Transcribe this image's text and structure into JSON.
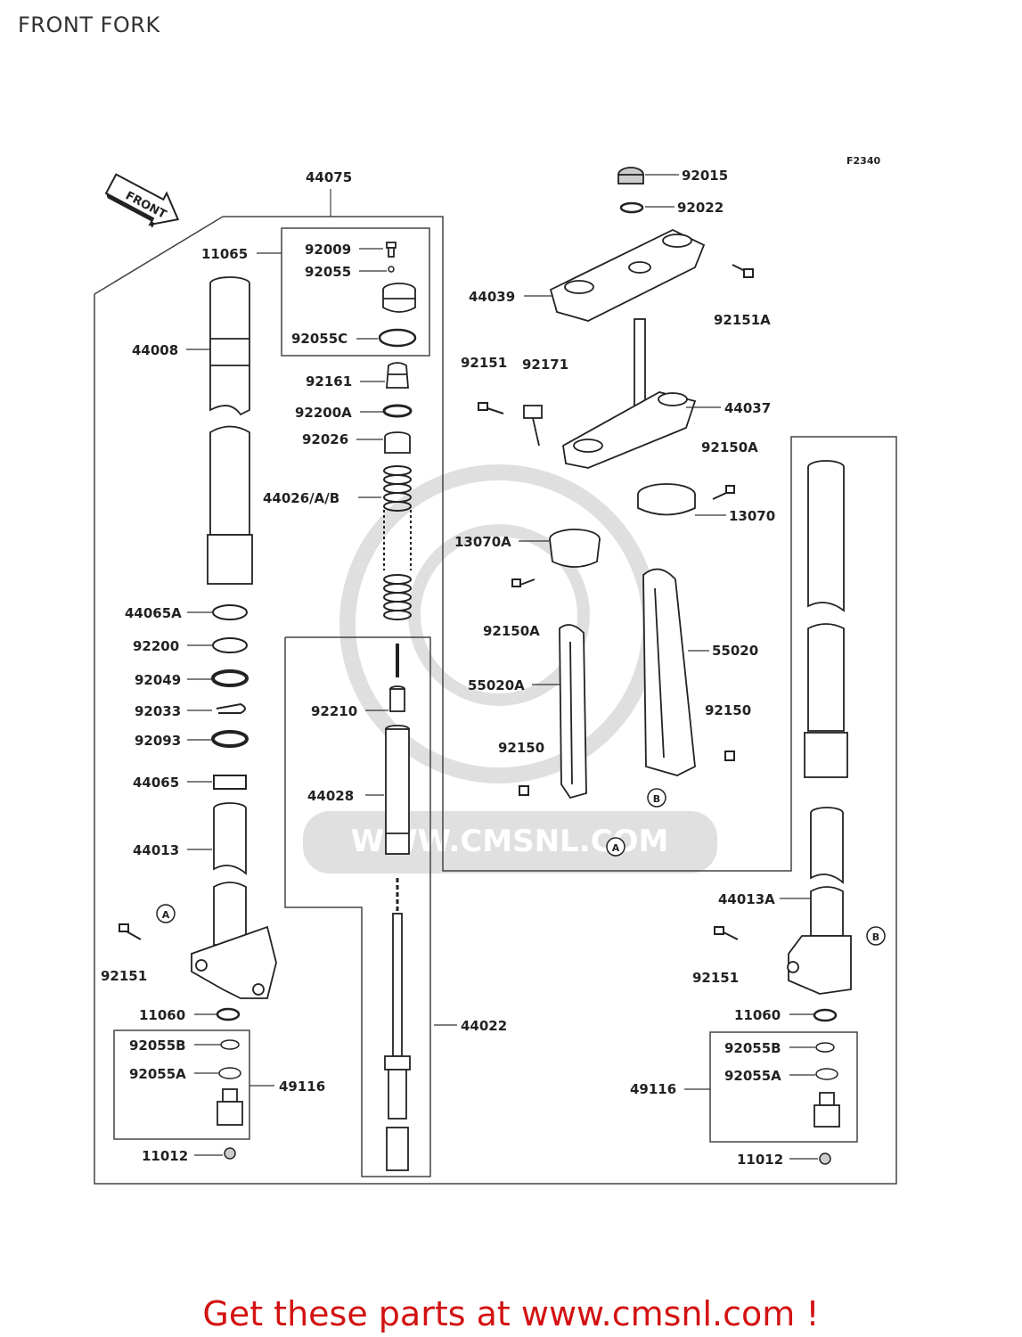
{
  "title": "FRONT FORK",
  "figure_code": "F2340",
  "front_label": "FRONT",
  "watermark": "WWW.CMSNL.COM",
  "footer": "Get these parts at www.cmsnl.com !",
  "callouts": {
    "A": "A",
    "B": "B"
  },
  "parts": {
    "p44075": "44075",
    "p11065": "11065",
    "p92009": "92009",
    "p92055": "92055",
    "p92055C": "92055C",
    "p44008": "44008",
    "p92161": "92161",
    "p92200A": "92200A",
    "p92026": "92026",
    "p44026": "44026/A/B",
    "p44065A": "44065A",
    "p92200": "92200",
    "p92049": "92049",
    "p92033": "92033",
    "p92093": "92093",
    "p44065": "44065",
    "p44013": "44013",
    "p92151_l": "92151",
    "p11060_l": "11060",
    "p92055B_l": "92055B",
    "p92055A_l": "92055A",
    "p49116_l": "49116",
    "p11012_l": "11012",
    "p92210": "92210",
    "p44028": "44028",
    "p44022": "44022",
    "p92015": "92015",
    "p92022": "92022",
    "p44039": "44039",
    "p92151A": "92151A",
    "p92151_t": "92151",
    "p92171": "92171",
    "p44037": "44037",
    "p92150A_t": "92150A",
    "p13070": "13070",
    "p13070A": "13070A",
    "p92150A_b": "92150A",
    "p55020A": "55020A",
    "p55020": "55020",
    "p92150_r": "92150",
    "p92150_m": "92150",
    "p44013A": "44013A",
    "p92151_r": "92151",
    "p11060_r": "11060",
    "p92055B_r": "92055B",
    "p92055A_r": "92055A",
    "p49116_r": "49116",
    "p11012_r": "11012"
  }
}
